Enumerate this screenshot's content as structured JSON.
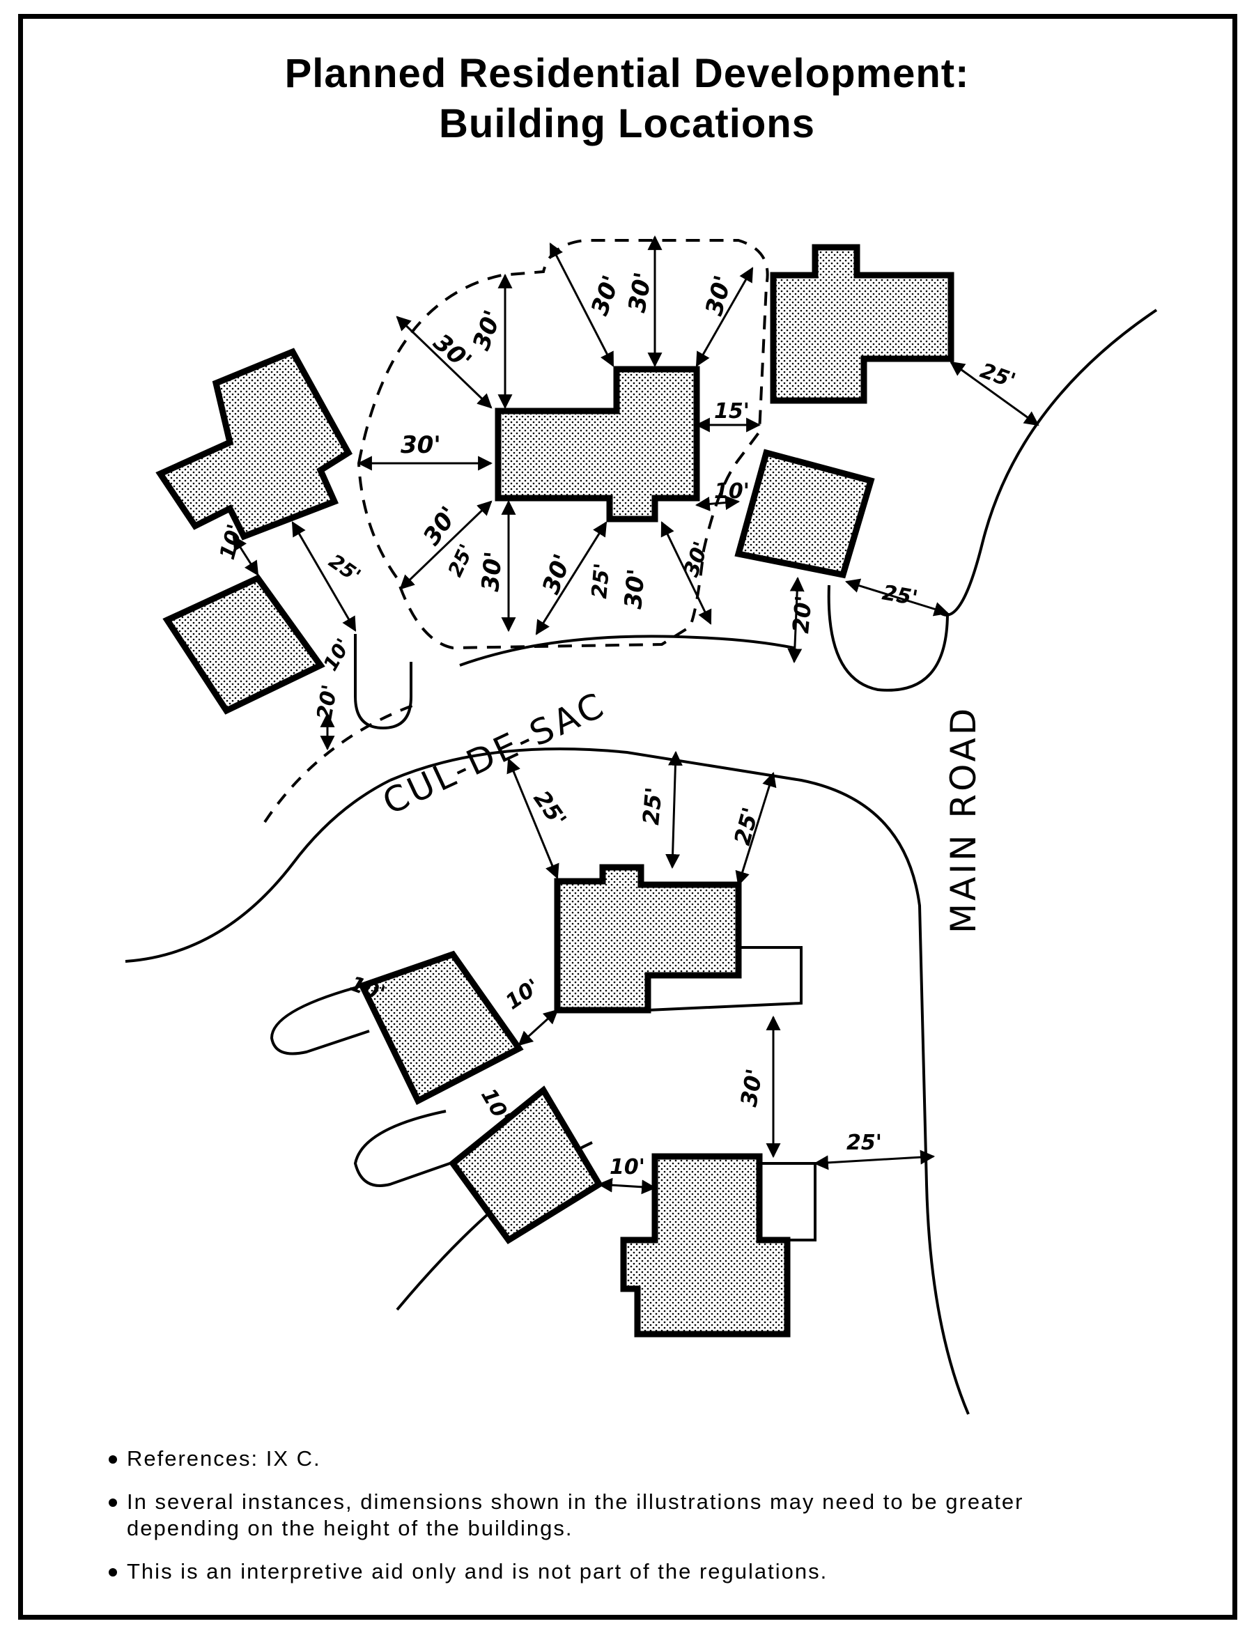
{
  "title": {
    "line1": "Planned Residential Development:",
    "line2": "Building Locations"
  },
  "streets": {
    "cul_de_sac": "CUL-DE-SAC",
    "main_road": "MAIN ROAD"
  },
  "dimensions": {
    "d30": "30'",
    "d25": "25'",
    "d20": "20'",
    "d15": "15'",
    "d10": "10'"
  },
  "notes": [
    "References:  IX C.",
    "In several instances, dimensions shown in the illustrations may need to be greater depending on the height of the buildings.",
    "This is an interpretive aid only and is not part of the regulations."
  ],
  "colors": {
    "ink": "#000000",
    "paper": "#ffffff",
    "building_fill": "dot-stipple"
  }
}
